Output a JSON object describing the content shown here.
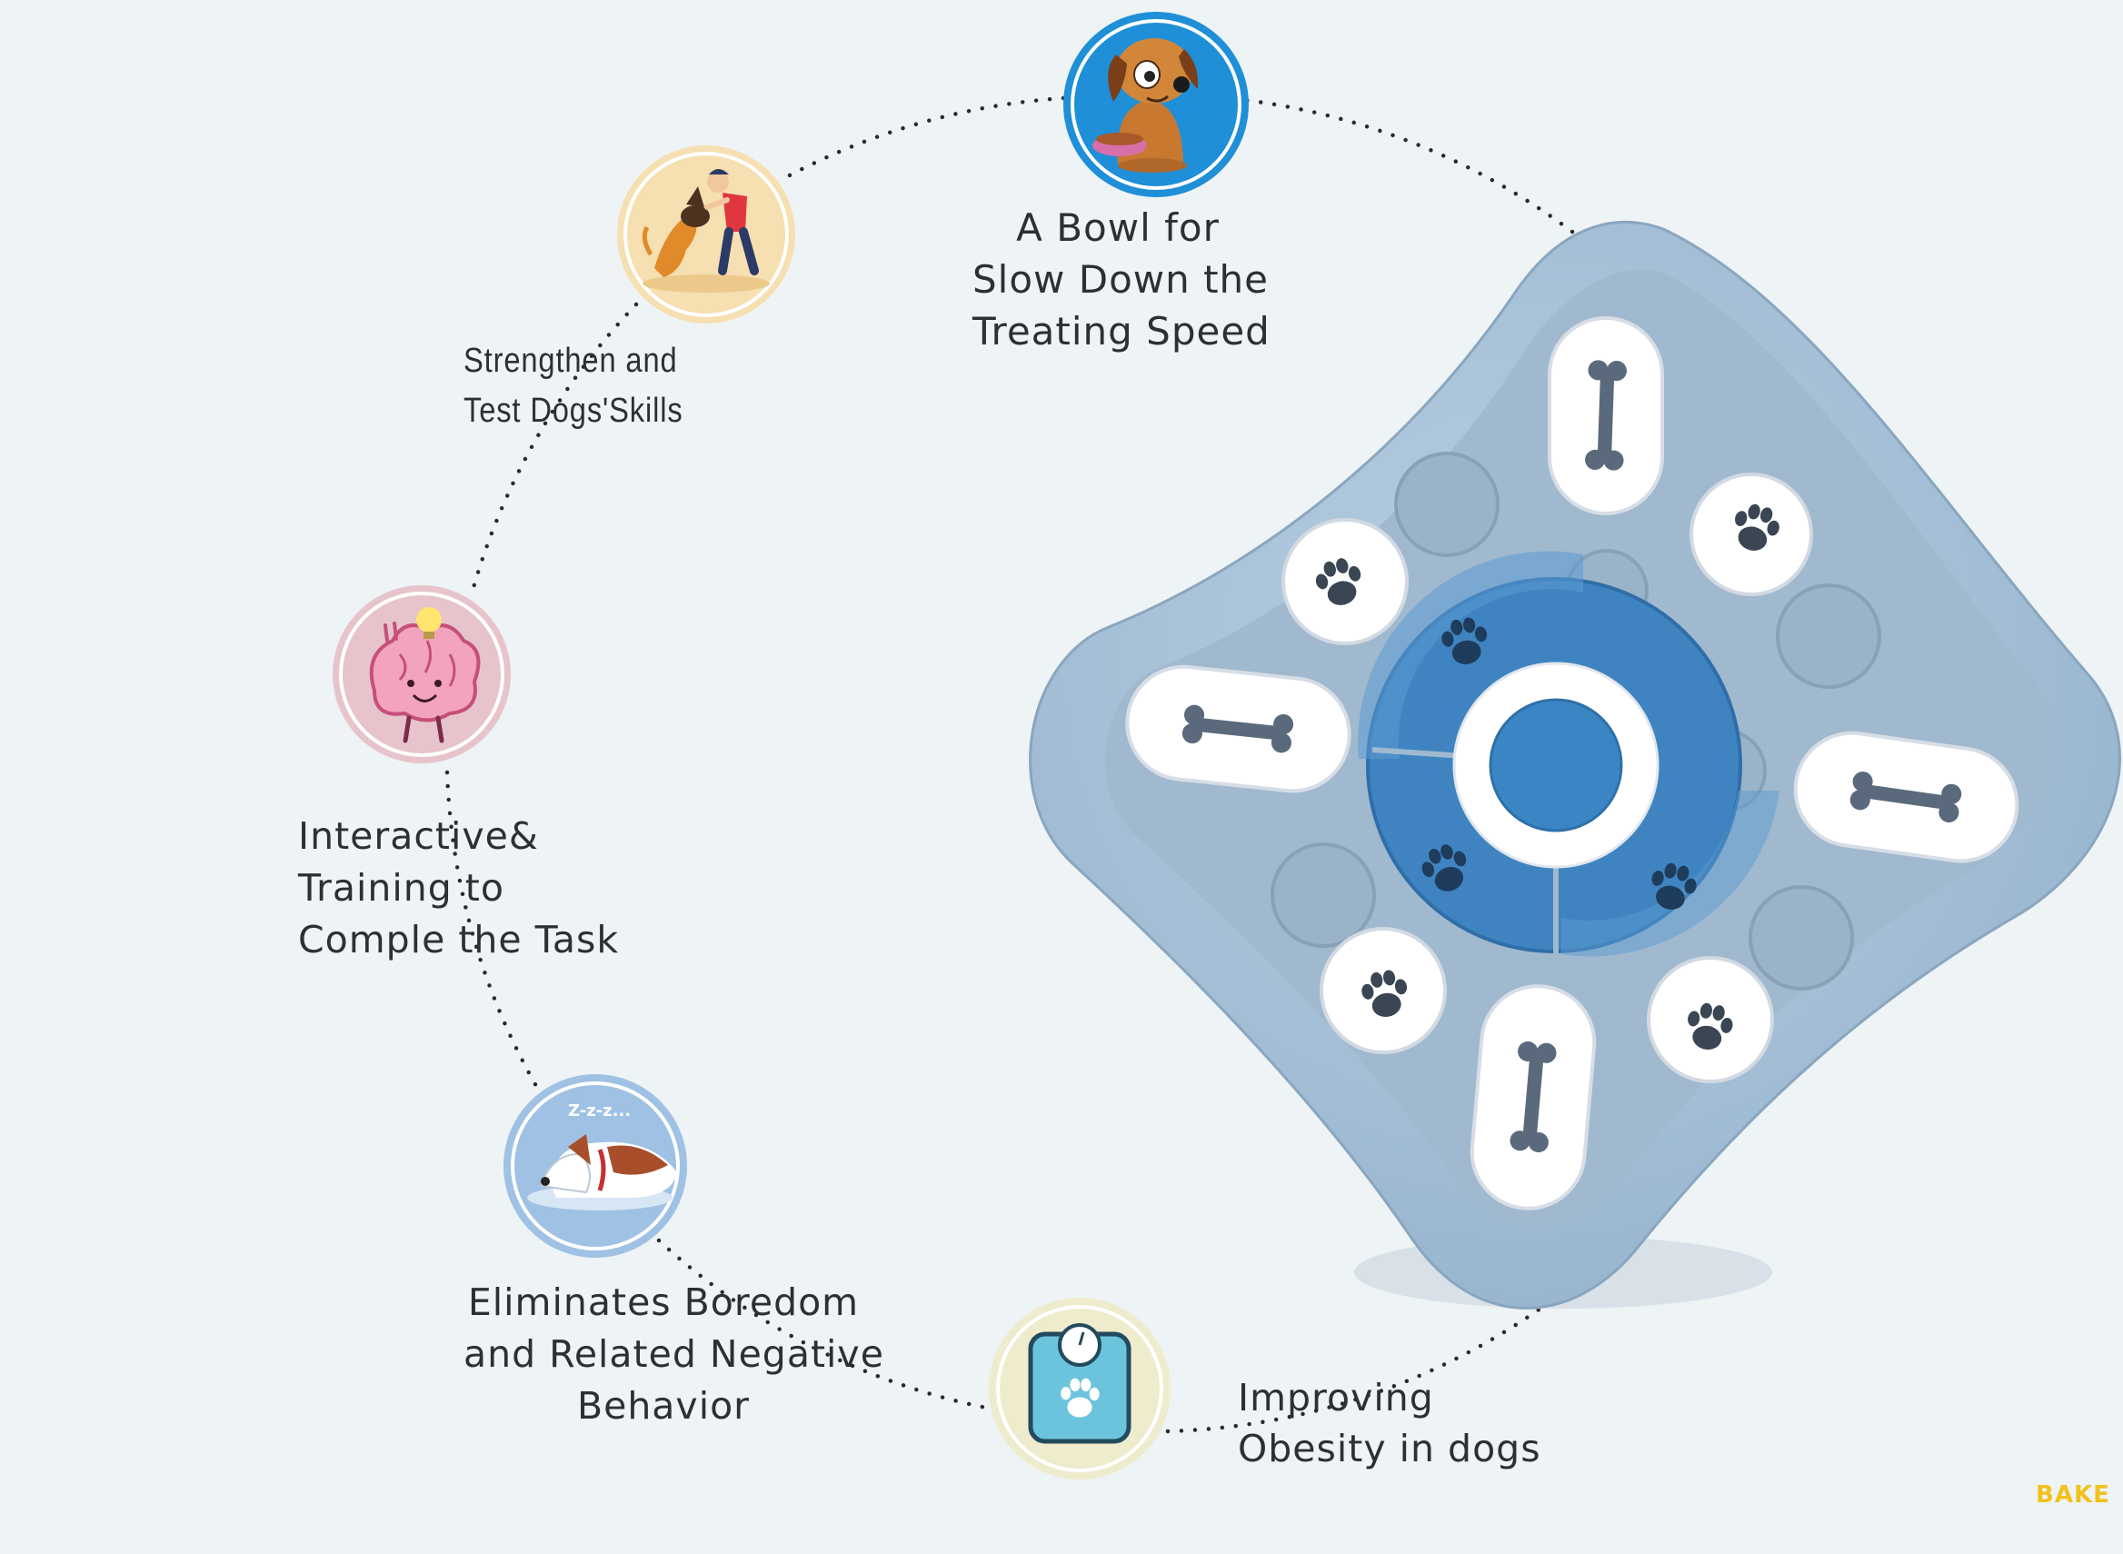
{
  "features": {
    "bowl": {
      "icon": "dog-with-bowl-icon",
      "lines": [
        "A Bowl for",
        "Slow Down the",
        "Treating Speed"
      ]
    },
    "skills": {
      "icon": "dog-training-icon",
      "lines": [
        "Strengthen and",
        "Test Dogs'Skills"
      ]
    },
    "interactive": {
      "icon": "brain-idea-icon",
      "lines": [
        "Interactive&",
        "Training to",
        "Comple the Task"
      ]
    },
    "boredom": {
      "icon": "sleeping-dog-icon",
      "lines": [
        "Eliminates Boredom",
        "and Related Negative",
        "Behavior"
      ]
    },
    "obesity": {
      "icon": "paw-scale-icon",
      "lines": [
        "Improving",
        "Obesity in dogs"
      ]
    }
  },
  "watermark": "BAKE",
  "colors": {
    "background": "#eef3f5",
    "toy_body": "#a9c2d9",
    "toy_accent": "#3f84c0",
    "dotted_path": "#2a2a2a"
  }
}
